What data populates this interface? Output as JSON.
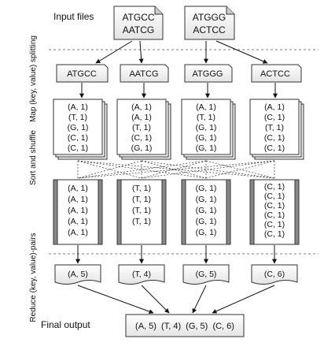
{
  "stage_labels": {
    "input": "Input files",
    "map": "Map (key, value) splitting",
    "sort": "Sort and shuffle",
    "reduce_pairs": "Reduce (key, value)-pairs",
    "final": "Final output"
  },
  "input_files": [
    {
      "line1": "ATGCC",
      "line2": "AATCG"
    },
    {
      "line1": "ATGGG",
      "line2": "ACTCC"
    }
  ],
  "splits": [
    "ATGCC",
    "AATCG",
    "ATGGG",
    "ACTCC"
  ],
  "map_outputs": [
    [
      "(A, 1)",
      "(T, 1)",
      "(G, 1)",
      "(C, 1)",
      "(C, 1)"
    ],
    [
      "(A, 1)",
      "(A, 1)",
      "(T, 1)",
      "(C, 1)",
      "(G, 1)"
    ],
    [
      "(A, 1)",
      "(T, 1)",
      "(G, 1)",
      "(G, 1)",
      "(G, 1)"
    ],
    [
      "(A, 1)",
      "(C, 1)",
      "(T, 1)",
      "(C, 1)",
      "(C, 1)"
    ]
  ],
  "shuffled": [
    [
      "(A, 1)",
      "(A, 1)",
      "(A, 1)",
      "(A, 1)",
      "(A, 1)"
    ],
    [
      "(T, 1)",
      "(T, 1)",
      "(T, 1)",
      "(T, 1)"
    ],
    [
      "(G, 1)",
      "(G, 1)",
      "(G, 1)",
      "(G, 1)",
      "(G, 1)"
    ],
    [
      "(C, 1)",
      "(C, 1)",
      "(C, 1)",
      "(C, 1)",
      "(C, 1)",
      "(C, 1)"
    ]
  ],
  "reduced": [
    "(A, 5)",
    "(T, 4)",
    "(G, 5)",
    "(C, 6)"
  ],
  "final_output": "(A, 5)  (T, 4)  (G, 5)  (C, 6)"
}
